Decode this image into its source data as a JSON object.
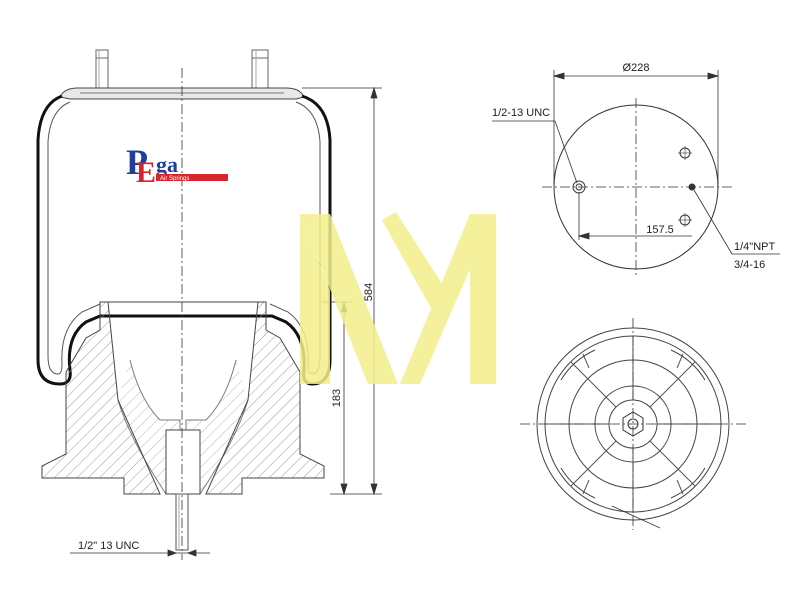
{
  "diagram": {
    "side_view": {
      "height_total": "584",
      "height_piston": "183",
      "bottom_thread": "1/2\" 13 UNC"
    },
    "top_view": {
      "diameter": "Ø228",
      "stud_thread": "1/2-13 UNC",
      "stud_spacing": "157.5",
      "air_port_line1": "1/4\"NPT",
      "air_port_line2": "3/4-16"
    },
    "logo": {
      "letters_main": "P",
      "letters_sub": "E",
      "letters_rest": "ga",
      "tagline": "Air Springs",
      "color_blue": "#1f3f9a",
      "color_red": "#d7262b"
    },
    "watermark": {
      "color": "#f3ee8a"
    }
  }
}
